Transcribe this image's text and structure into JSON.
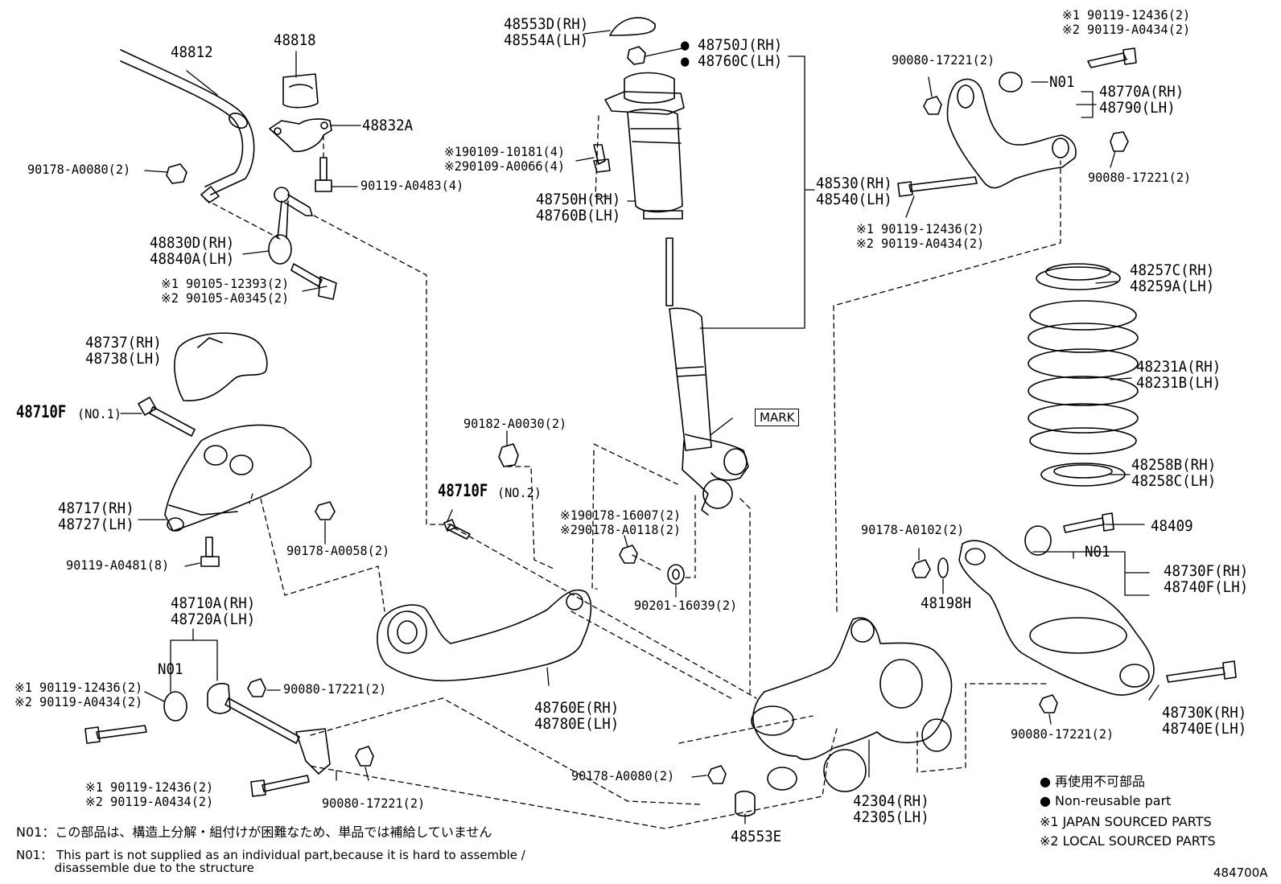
{
  "labels": {
    "p48553d": "48553D(RH)\n48554A(LH)",
    "p48750j": "● 48750J(RH)\n● 48760C(LH)",
    "p48812": "48812",
    "p48818": "48818",
    "p48832a": "48832A",
    "p90178a0080_top": "90178-A0080(2)",
    "p90119a0483": "90119-A0483(4)",
    "p48830d": "48830D(RH)\n48840A(LH)",
    "p90105": "※1 90105-12393(2)\n※2 90105-A0345(2)",
    "p90109": "※190109-10181(4)\n※290109-A0066(4)",
    "p48750h": "48750H(RH)\n48760B(LH)",
    "p48530": "48530(RH)\n48540(LH)",
    "mark": "MARK",
    "p90119_top": "※1 90119-12436(2)\n※2 90119-A0434(2)",
    "p90080_top1": "90080-17221(2)",
    "n01_upper": "N01",
    "p48770a": "48770A(RH)\n48790(LH)",
    "p90080_top2": "90080-17221(2)",
    "p90119_mid": "※1 90119-12436(2)\n※2 90119-A0434(2)",
    "p48257c": "48257C(RH)\n48259A(LH)",
    "p48231a": "48231A(RH)\n48231B(LH)",
    "p48258b": "48258B(RH)\n48258C(LH)",
    "p48737": "48737(RH)\n48738(LH)",
    "p48710f1": "48710F",
    "p48710f1_no": "(NO.1)",
    "p48717": "48717(RH)\n48727(LH)",
    "p90178a0058": "90178-A0058(2)",
    "p90119a0481": "90119-A0481(8)",
    "p90182": "90182-A0030(2)",
    "p48710f2": "48710F",
    "p48710f2_no": "(NO.2)",
    "p90178_16007": "※190178-16007(2)\n※290178-A0118(2)",
    "p90201": "90201-16039(2)",
    "p90178a0102": "90178-A0102(2)",
    "p48198h": "48198H",
    "p48409": "48409",
    "n01_lower": "N01",
    "p48730f": "48730F(RH)\n48740F(LH)",
    "p48730k": "48730K(RH)\n48740E(LH)",
    "p90080_right": "90080-17221(2)",
    "p48710a": "48710A(RH)\n48720A(LH)",
    "n01_left": "N01",
    "p90119_left": "※1 90119-12436(2)\n※2 90119-A0434(2)",
    "p90080_left": "90080-17221(2)",
    "p48760e": "48760E(RH)\n48780E(LH)",
    "p90119_bottom": "※1 90119-12436(2)\n※2 90119-A0434(2)",
    "p90080_bottom": "90080-17221(2)",
    "p90178a0080_bottom": "90178-A0080(2)",
    "p48553e": "48553E",
    "p42304": "42304(RH)\n42305(LH)"
  },
  "legend": {
    "reuse_jp": "● 再使用不可部品",
    "reuse_en": "● Non-reusable part",
    "japan": "※1 JAPAN SOURCED PARTS",
    "local": "※2 LOCAL SOURCED PARTS"
  },
  "notes": {
    "jp": "N01：この部品は、構造上分解・組付けが困難なため、単品では補給していません",
    "en_line1": "N01： This part is not supplied as an individual part,because it is hard to assemble /",
    "en_line2": "          disassemble due to the structure"
  },
  "figure_id": "484700A"
}
